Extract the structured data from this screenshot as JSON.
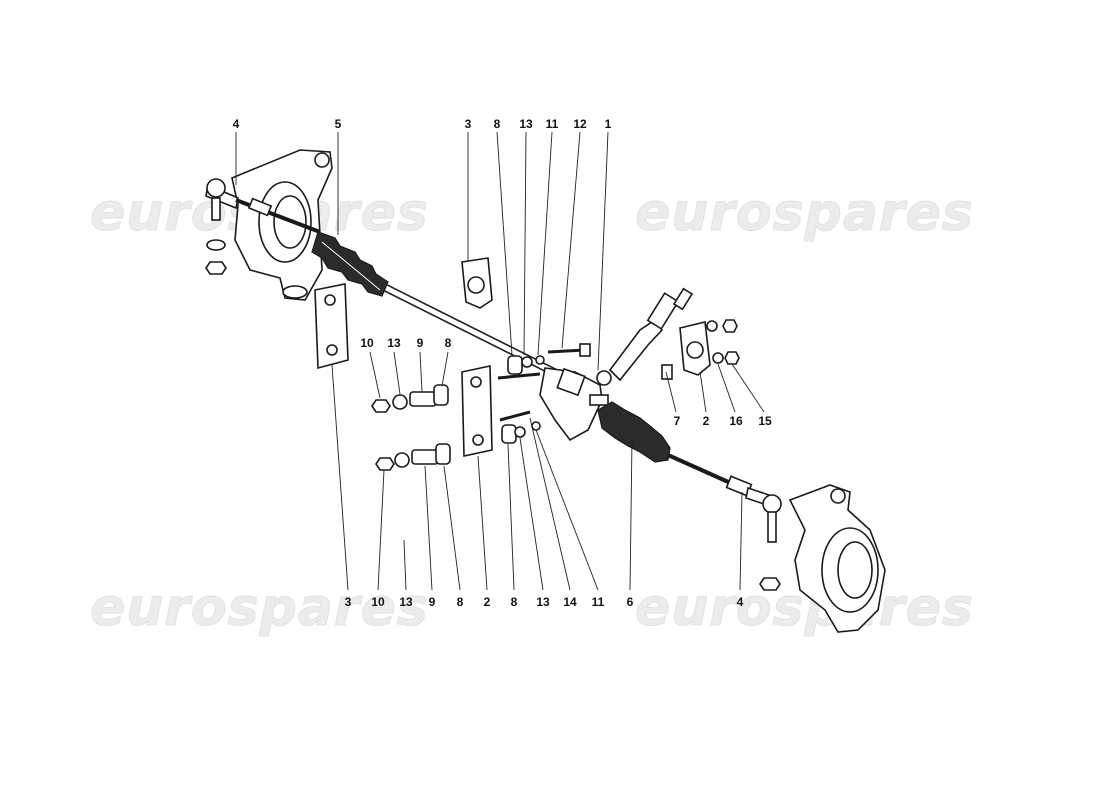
{
  "watermark": {
    "text": "eurospares"
  },
  "callouts": [
    {
      "label": "4"
    },
    {
      "label": "5"
    },
    {
      "label": "3"
    },
    {
      "label": "8"
    },
    {
      "label": "13"
    },
    {
      "label": "11"
    },
    {
      "label": "12"
    },
    {
      "label": "1"
    },
    {
      "label": "10"
    },
    {
      "label": "13"
    },
    {
      "label": "9"
    },
    {
      "label": "8"
    },
    {
      "label": "7"
    },
    {
      "label": "2"
    },
    {
      "label": "16"
    },
    {
      "label": "15"
    },
    {
      "label": "3"
    },
    {
      "label": "10"
    },
    {
      "label": "13"
    },
    {
      "label": "9"
    },
    {
      "label": "8"
    },
    {
      "label": "2"
    },
    {
      "label": "8"
    },
    {
      "label": "13"
    },
    {
      "label": "14"
    },
    {
      "label": "11"
    },
    {
      "label": "6"
    },
    {
      "label": "4"
    }
  ]
}
